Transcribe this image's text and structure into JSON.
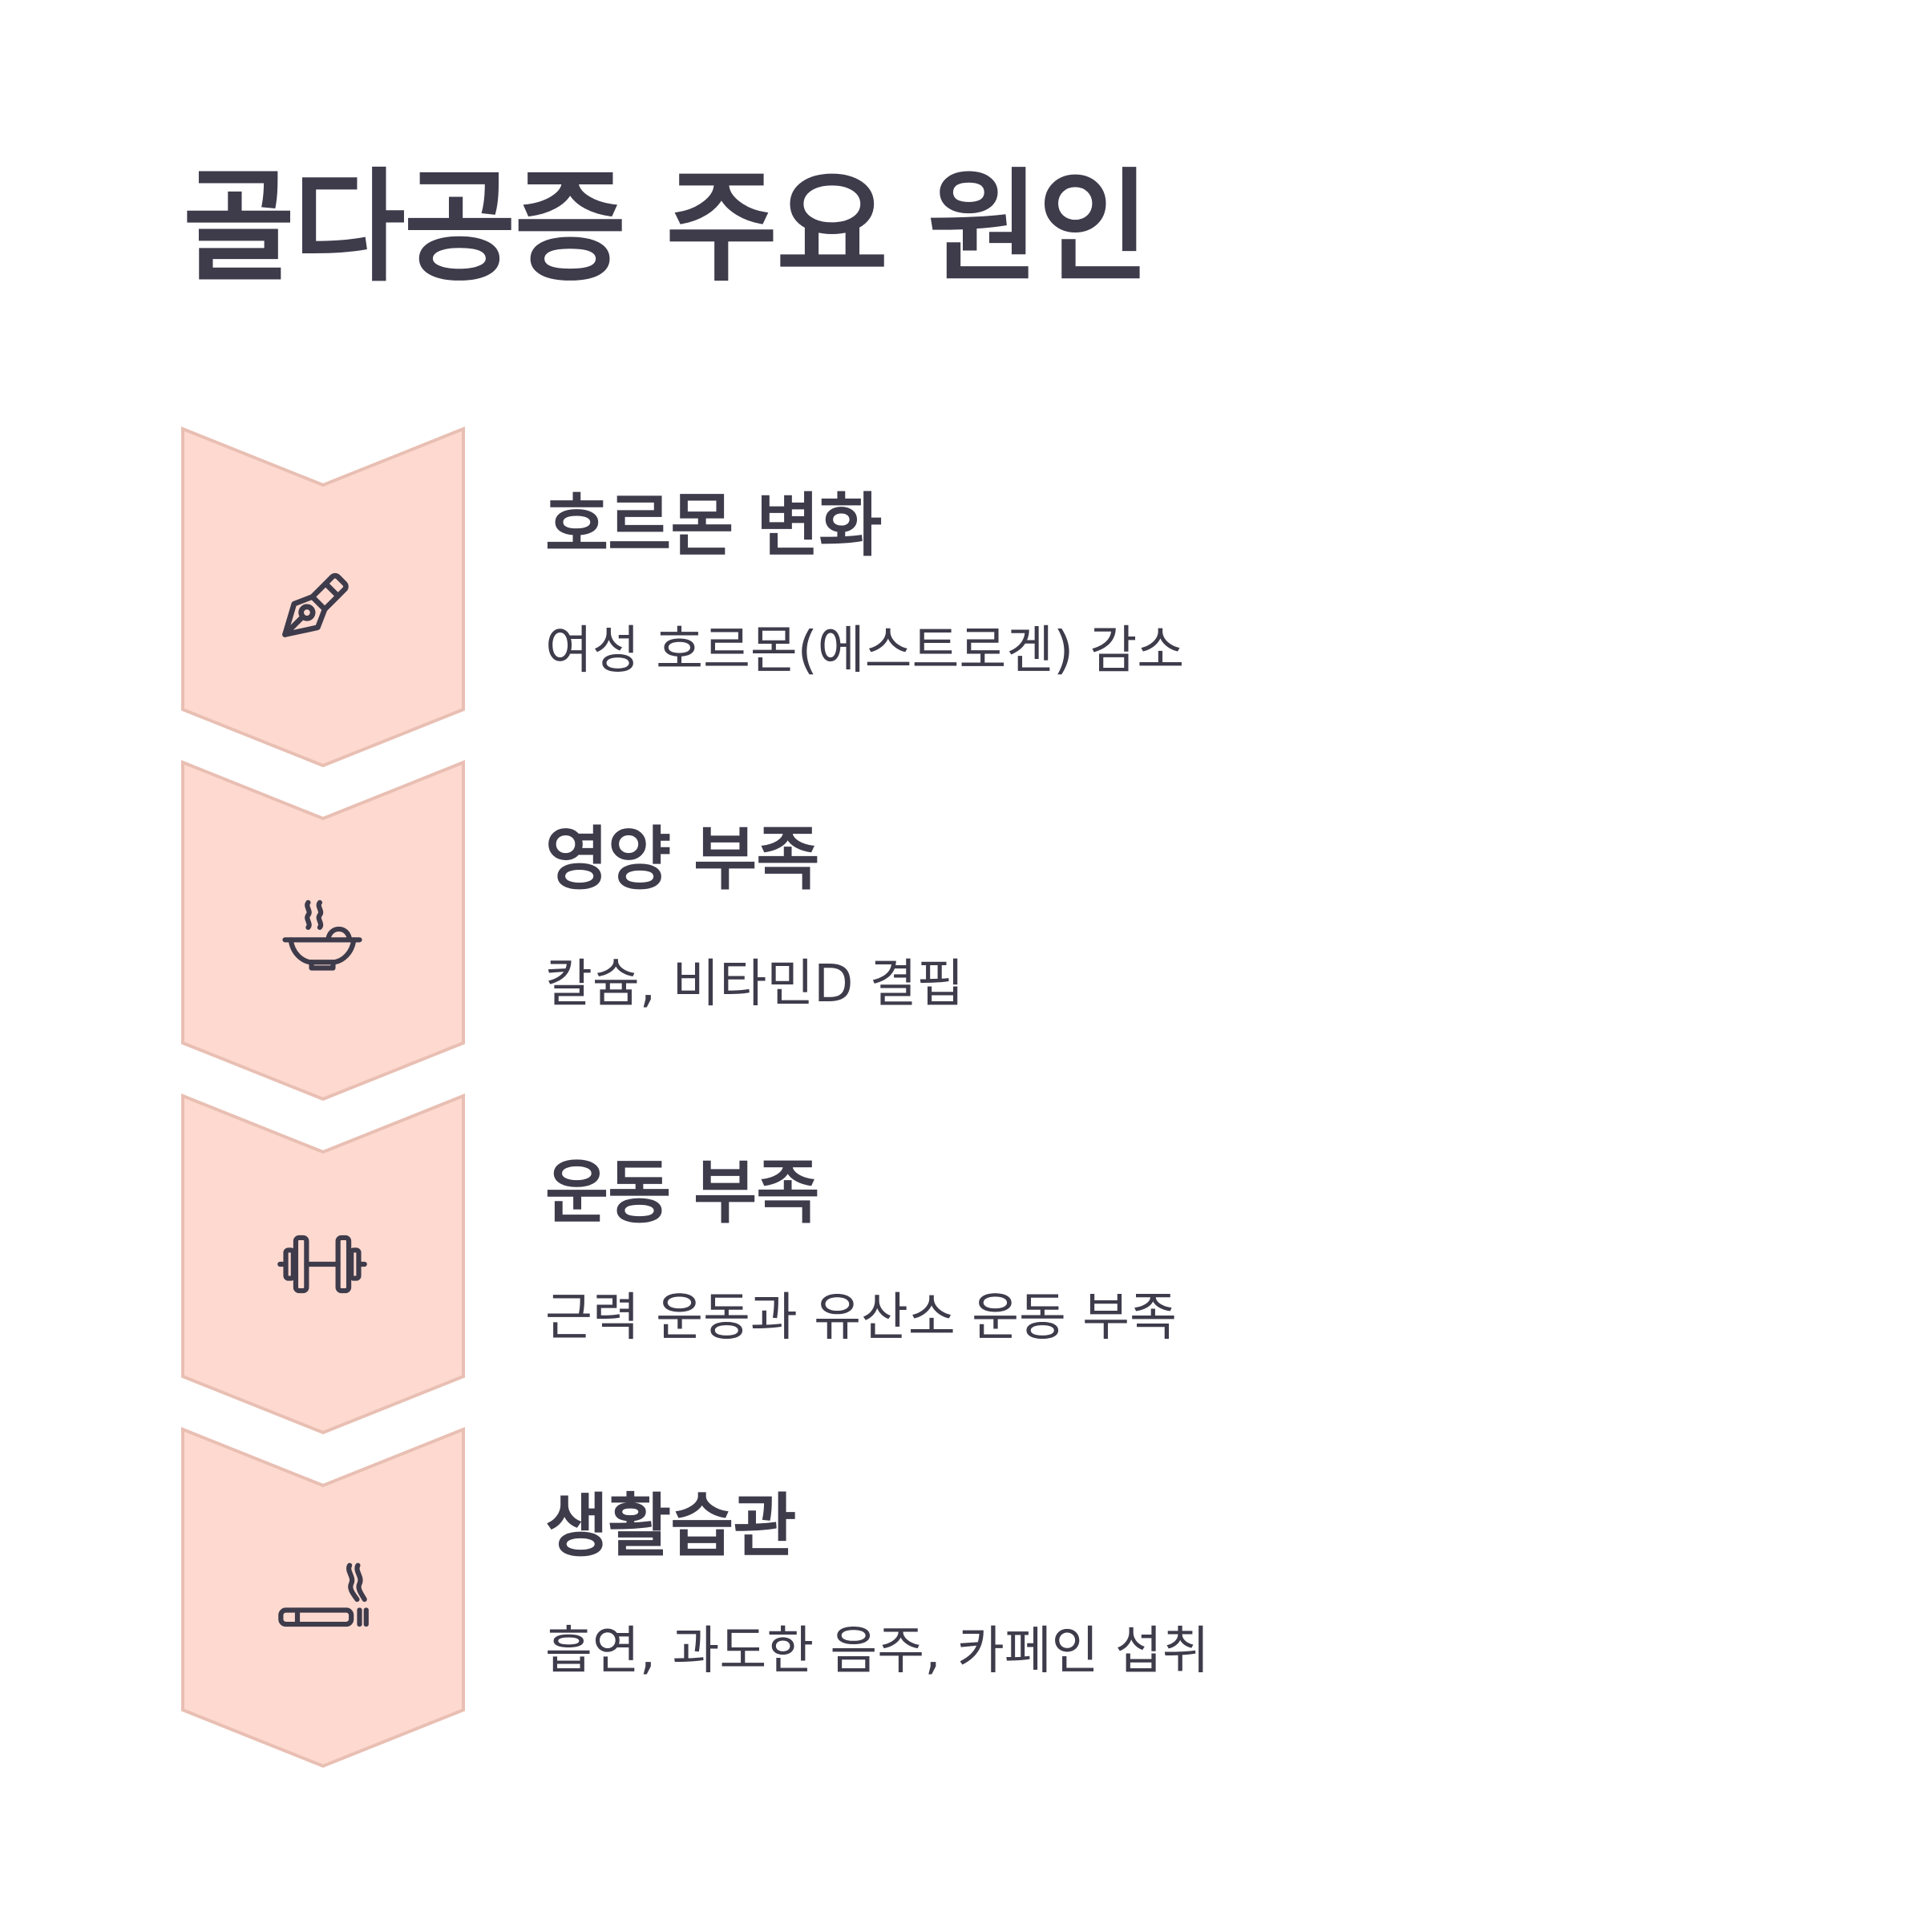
{
  "title": "골다공증 주요 원인",
  "colors": {
    "chevron_fill": "#fdd9cf",
    "chevron_stroke": "#e9bfb3",
    "text": "#3e3b4b"
  },
  "steps": [
    {
      "icon": "fountain-pen-nib-icon",
      "title": "호르몬 변화",
      "description": "여성 호르몬(에스트로겐) 감소"
    },
    {
      "icon": "steaming-bowl-icon",
      "title": "영양 부족",
      "description": "칼슘, 비타민D 결핍"
    },
    {
      "icon": "dumbbell-icon",
      "title": "운동 부족",
      "description": "근력 운동과 유산소 운동 부족"
    },
    {
      "icon": "smoking-cigarette-icon",
      "title": "생활습관",
      "description": "흡연, 과도한 음주, 카페인 섭취"
    }
  ]
}
